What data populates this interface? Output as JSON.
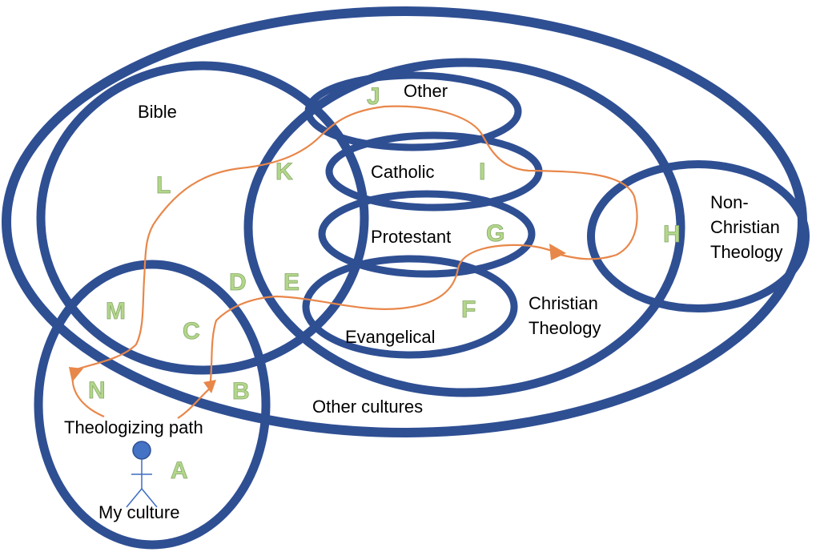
{
  "regions": {
    "bible": "Bible",
    "other": "Other",
    "catholic": "Catholic",
    "protestant": "Protestant",
    "evangelical": "Evangelical",
    "christian_theology": [
      "Christian",
      "Theology"
    ],
    "non_christian_theology": [
      "Non-",
      "Christian",
      "Theology"
    ],
    "other_cultures": "Other cultures",
    "my_culture": "My culture",
    "theologizing_path": "Theologizing path"
  },
  "points": [
    "A",
    "B",
    "C",
    "D",
    "E",
    "F",
    "G",
    "H",
    "I",
    "J",
    "K",
    "L",
    "M",
    "N"
  ],
  "colors": {
    "rings": "#2f4f93",
    "path": "#e8874a",
    "point_fill": "#b2d78a",
    "person": "#4472c4"
  }
}
